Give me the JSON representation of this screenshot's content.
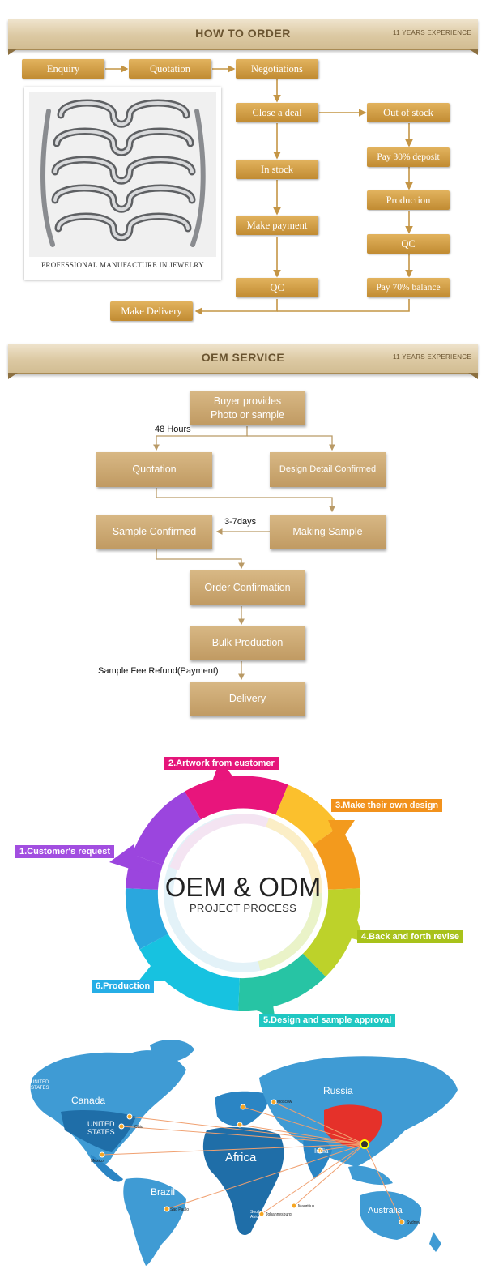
{
  "how_to_order": {
    "title": "HOW TO ORDER",
    "subtitle": "11 YEARS EXPERIENCE",
    "photo_caption": "PROFESSIONAL MANUFACTURE IN JEWELRY",
    "steps": {
      "enquiry": "Enquiry",
      "quotation": "Quotation",
      "negotiations": "Negotiations",
      "close_deal": "Close a deal",
      "out_of_stock": "Out of stock",
      "in_stock": "In stock",
      "pay_deposit": "Pay 30% deposit",
      "production": "Production",
      "make_payment": "Make payment",
      "qc_right": "QC",
      "qc_left": "QC",
      "pay_balance": "Pay 70% balance",
      "make_delivery": "Make Delivery"
    }
  },
  "oem_service": {
    "title": "OEM SERVICE",
    "subtitle": "11 YEARS EXPERIENCE",
    "steps": {
      "buyer_provides_1": "Buyer provides",
      "buyer_provides_2": "Photo or sample",
      "quotation": "Quotation",
      "design_detail": "Design Detail Confirmed",
      "sample_confirmed": "Sample Confirmed",
      "making_sample": "Making Sample",
      "order_confirmation": "Order Confirmation",
      "bulk_production": "Bulk Production",
      "delivery": "Delivery"
    },
    "notes": {
      "hours": "48 Hours",
      "days": "3-7days",
      "refund": "Sample Fee Refund(Payment)"
    }
  },
  "oem_odm": {
    "title": "OEM & ODM",
    "subtitle": "PROJECT PROCESS",
    "steps": [
      {
        "label": "1.Customer's request",
        "color": "#a24ee0"
      },
      {
        "label": "2.Artwork from customer",
        "color": "#e5157a"
      },
      {
        "label": "3.Make their own design",
        "color": "#f2921c"
      },
      {
        "label": "4.Back and forth revise",
        "color": "#a8c21a"
      },
      {
        "label": "5.Design and sample approval",
        "color": "#1fc7c2"
      },
      {
        "label": "6.Production",
        "color": "#26aee6"
      }
    ]
  },
  "map": {
    "continents": {
      "canada": "Canada",
      "united_states_1": "UNITED",
      "united_states_2": "STATES",
      "russia": "Russia",
      "africa": "Africa",
      "brazil": "Brazil",
      "australia": "Australia",
      "india": "India",
      "south_africa_1": "South",
      "south_africa_2": "Africa"
    },
    "uk_1": "UNITED",
    "uk_2": "STATES",
    "cities": {
      "moscow": "Moscow",
      "ohio": "Ohio",
      "mexico": "Mexico",
      "sao_paulo": "Sao Paulo",
      "johannesburg": "Johannesburg",
      "mauritius": "Mauritius",
      "sydney": "Sydney"
    },
    "colors": {
      "ocean": "#ffffff",
      "land": "#3f9bd4",
      "land_dark": "#1f6ea8",
      "china": "#e5312a"
    }
  }
}
